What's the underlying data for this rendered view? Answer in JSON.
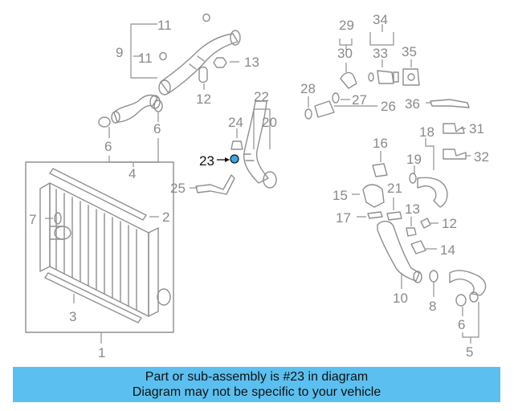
{
  "diagram": {
    "callouts": [
      "1",
      "2",
      "3",
      "4",
      "5",
      "6",
      "6",
      "6",
      "7",
      "8",
      "9",
      "10",
      "11",
      "11",
      "12",
      "12",
      "13",
      "13",
      "14",
      "15",
      "16",
      "17",
      "18",
      "19",
      "20",
      "21",
      "22",
      "23",
      "24",
      "25",
      "26",
      "27",
      "28",
      "29",
      "30",
      "31",
      "32",
      "33",
      "34",
      "35",
      "36"
    ],
    "highlighted_callout": "23",
    "colors": {
      "highlight": "#3aa8e8",
      "banner": "#5bc0ef",
      "line": "#8f8f8f"
    }
  },
  "banner": {
    "line1": "Part or sub-assembly is #23 in diagram",
    "line2": "Diagram may not be specific to your vehicle"
  }
}
